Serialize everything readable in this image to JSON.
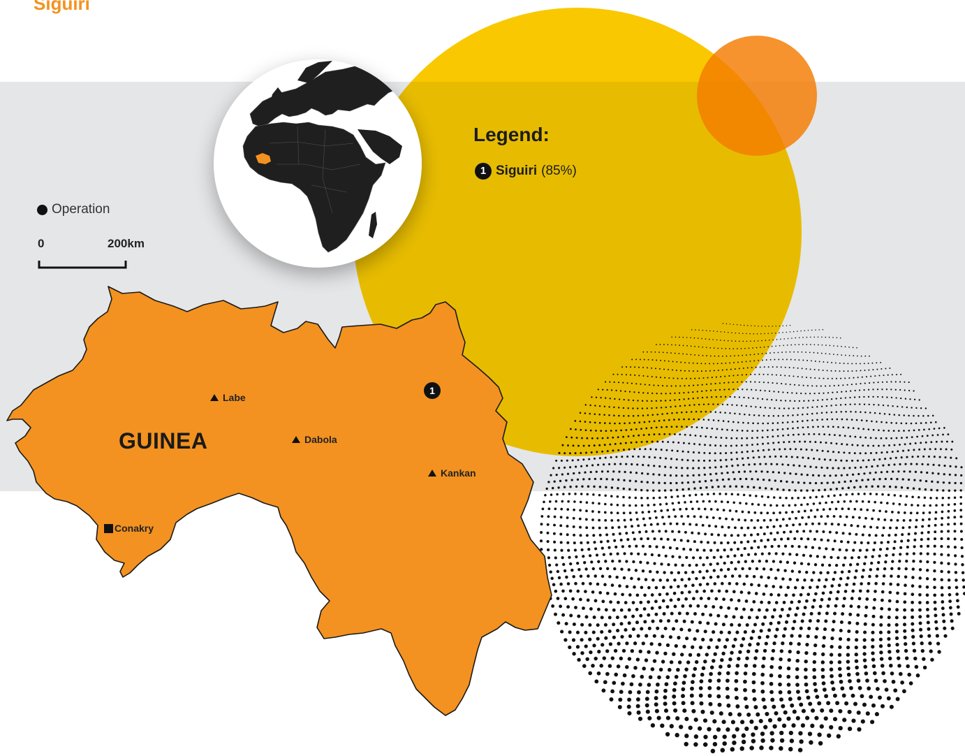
{
  "page_title": "Siguiri",
  "legend": {
    "title": "Legend:",
    "items": [
      {
        "number": "1",
        "name": "Siguiri",
        "share": "(85%)"
      }
    ]
  },
  "symbol_legend": {
    "operation_label": "Operation"
  },
  "scale_bar": {
    "start_label": "0",
    "end_label": "200km"
  },
  "map": {
    "country_label": "GUINEA",
    "cities": [
      {
        "name": "Labe",
        "symbol": "triangle"
      },
      {
        "name": "Dabola",
        "symbol": "triangle"
      },
      {
        "name": "Kankan",
        "symbol": "triangle"
      },
      {
        "name": "Conakry",
        "symbol": "square",
        "capital": true
      }
    ],
    "sites": [
      {
        "number": "1",
        "name": "Siguiri"
      }
    ]
  },
  "colors": {
    "accent_orange": "#f39220",
    "yellow": "#f9c800",
    "band_grey": "#e5e6e8",
    "ink": "#111111"
  }
}
